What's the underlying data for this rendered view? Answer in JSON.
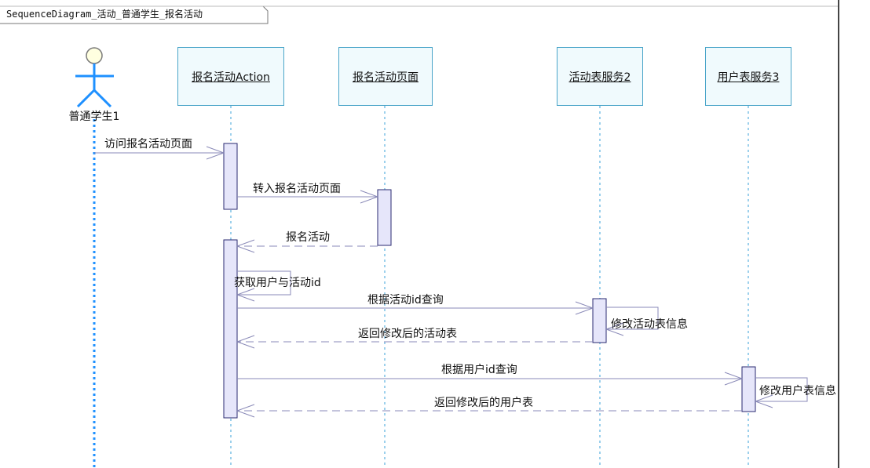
{
  "diagram": {
    "frame_title": "SequenceDiagram_活动_普通学生_报名活动",
    "actor": {
      "label": "普通学生1"
    },
    "lifelines": [
      {
        "id": "action",
        "label": "报名活动Action"
      },
      {
        "id": "page",
        "label": "报名活动页面"
      },
      {
        "id": "activity",
        "label": "活动表服务2"
      },
      {
        "id": "user",
        "label": "用户表服务3"
      }
    ],
    "messages": [
      {
        "id": "m1",
        "label": "访问报名活动页面",
        "type": "sync"
      },
      {
        "id": "m2",
        "label": "转入报名活动页面",
        "type": "sync"
      },
      {
        "id": "m3",
        "label": "报名活动",
        "type": "return"
      },
      {
        "id": "m4",
        "label": "获取用户与活动id",
        "type": "self"
      },
      {
        "id": "m5",
        "label": "根据活动id查询",
        "type": "sync"
      },
      {
        "id": "m6",
        "label": "修改活动表信息",
        "type": "self"
      },
      {
        "id": "m7",
        "label": "返回修改后的活动表",
        "type": "return"
      },
      {
        "id": "m8",
        "label": "根据用户id查询",
        "type": "sync"
      },
      {
        "id": "m9",
        "label": "修改用户表信息",
        "type": "self"
      },
      {
        "id": "m10",
        "label": "返回修改后的用户表",
        "type": "return"
      }
    ],
    "colors": {
      "lifeline": "#3aa0d8",
      "box_border": "#4aa5c9",
      "box_fill": "#f0fafd",
      "activation_fill": "#e6e6fa",
      "activation_border": "#2a2a70",
      "arrow": "#8a8ab8",
      "actor_stroke": "#1e90ff",
      "actor_head": "#ffffe0"
    }
  }
}
